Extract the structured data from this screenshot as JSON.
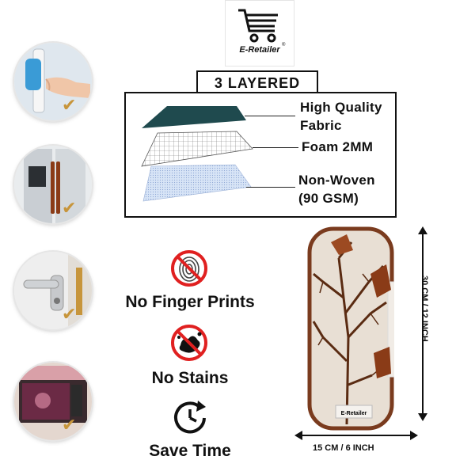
{
  "logo": {
    "brand": "E-Retailer",
    "reg_mark": "®"
  },
  "layers": {
    "title": "3 LAYERED",
    "items": [
      {
        "label_line1": "High Quality",
        "label_line2": "Fabric"
      },
      {
        "label_line1": "Foam 2MM",
        "label_line2": ""
      },
      {
        "label_line1": "Non-Woven",
        "label_line2": "(90 GSM)"
      }
    ]
  },
  "features": [
    {
      "label": "No Finger Prints",
      "icon": "fingerprint-prohibited-icon"
    },
    {
      "label": "No Stains",
      "icon": "stain-prohibited-icon"
    },
    {
      "label": "Save Time",
      "icon": "clock-icon"
    }
  ],
  "product": {
    "brand_tag": "E-Retailer",
    "width_label": "15 CM / 6 INCH",
    "height_label": "30 CM / 12 INCH"
  },
  "colors": {
    "accent_gold": "#c7953b",
    "fabric_teal": "#1f4a4e",
    "leaf_brown": "#8a3b17",
    "prohibit_red": "#e02020"
  }
}
